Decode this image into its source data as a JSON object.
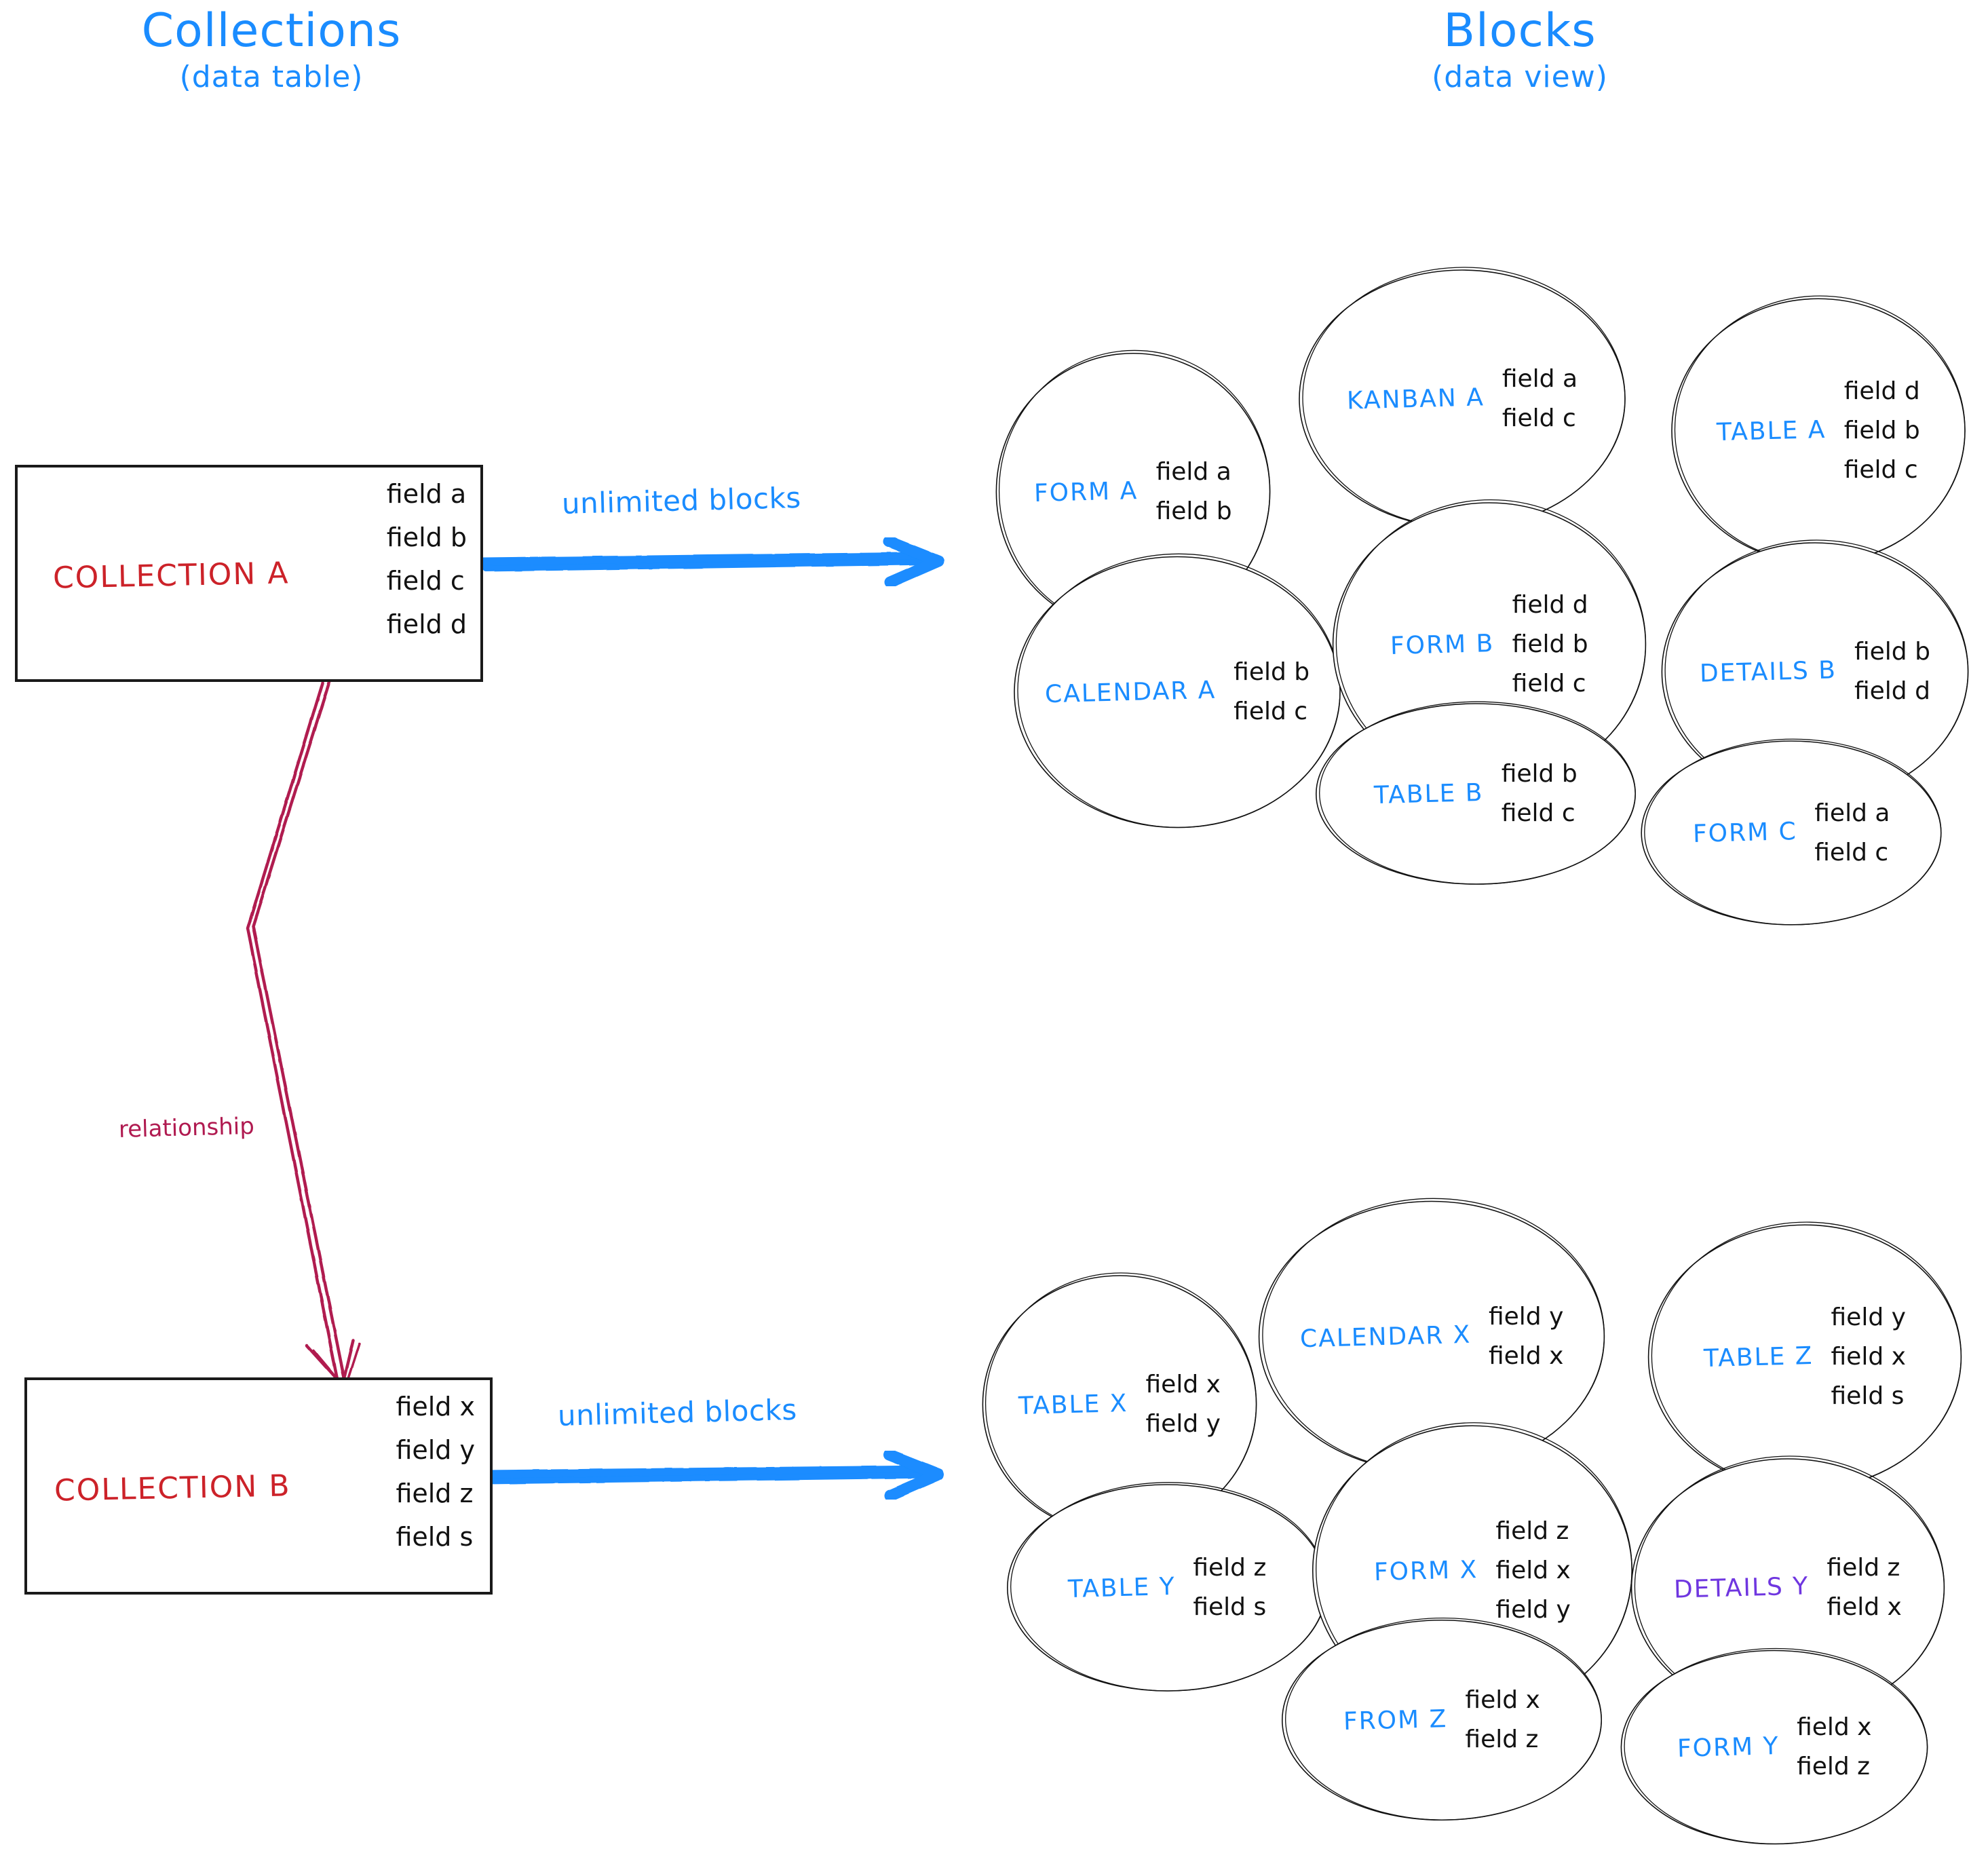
{
  "headings": {
    "left": {
      "main": "Collections",
      "sub": "(data table)"
    },
    "right": {
      "main": "Blocks",
      "sub": "(data view)"
    }
  },
  "colors": {
    "accent_blue": "#1a8cff",
    "collection_red": "#cc2229",
    "relationship_crimson": "#b01a50",
    "details_purple": "#6f36e0",
    "ink_black": "#111111"
  },
  "collections": [
    {
      "name": "COLLECTION A",
      "fields": [
        "field a",
        "field b",
        "field c",
        "field d"
      ],
      "flow_label": "unlimited blocks"
    },
    {
      "name": "COLLECTION B",
      "fields": [
        "field x",
        "field y",
        "field z",
        "field s"
      ],
      "flow_label": "unlimited blocks"
    }
  ],
  "relationship": {
    "label": "relationship"
  },
  "blocks_top": [
    {
      "label": "FORM A",
      "fields": [
        "field a",
        "field b"
      ],
      "color": "blue"
    },
    {
      "label": "KANBAN A",
      "fields": [
        "field a",
        "field c"
      ],
      "color": "blue"
    },
    {
      "label": "TABLE A",
      "fields": [
        "field d",
        "field b",
        "field c"
      ],
      "color": "blue"
    },
    {
      "label": "CALENDAR A",
      "fields": [
        "field b",
        "field c"
      ],
      "color": "blue"
    },
    {
      "label": "FORM B",
      "fields": [
        "field d",
        "field b",
        "field c"
      ],
      "color": "blue"
    },
    {
      "label": "DETAILS B",
      "fields": [
        "field b",
        "field d"
      ],
      "color": "blue"
    },
    {
      "label": "TABLE B",
      "fields": [
        "field b",
        "field c"
      ],
      "color": "blue"
    },
    {
      "label": "FORM C",
      "fields": [
        "field a",
        "field c"
      ],
      "color": "blue"
    }
  ],
  "blocks_bottom": [
    {
      "label": "TABLE X",
      "fields": [
        "field x",
        "field y"
      ],
      "color": "blue"
    },
    {
      "label": "CALENDAR X",
      "fields": [
        "field y",
        "field x"
      ],
      "color": "blue"
    },
    {
      "label": "TABLE Z",
      "fields": [
        "field y",
        "field x",
        "field s"
      ],
      "color": "blue"
    },
    {
      "label": "TABLE Y",
      "fields": [
        "field z",
        "field s"
      ],
      "color": "blue"
    },
    {
      "label": "FORM X",
      "fields": [
        "field z",
        "field x",
        "field y"
      ],
      "color": "blue"
    },
    {
      "label": "DETAILS Y",
      "fields": [
        "field z",
        "field x"
      ],
      "color": "purple"
    },
    {
      "label": "FROM Z",
      "fields": [
        "field x",
        "field z"
      ],
      "color": "blue"
    },
    {
      "label": "FORM Y",
      "fields": [
        "field x",
        "field z"
      ],
      "color": "blue"
    }
  ]
}
